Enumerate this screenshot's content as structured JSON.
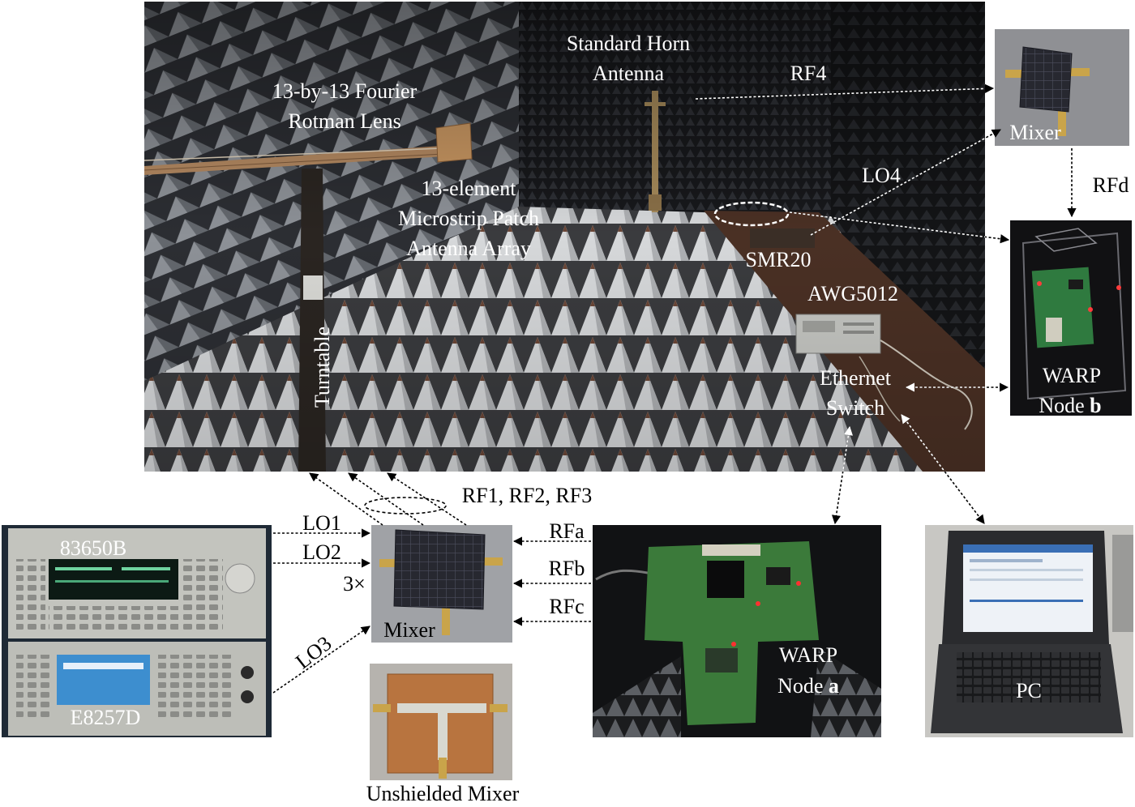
{
  "chamber": {
    "lens": [
      "13-by-13 Fourier",
      "Rotman Lens"
    ],
    "horn": [
      "Standard Horn",
      "Antenna"
    ],
    "rf4": "RF4",
    "array": [
      "13-element",
      "Microstrip Patch",
      "Antenna Array"
    ],
    "lo4": "LO4",
    "smr20": "SMR20",
    "awg": "AWG5012",
    "switch": [
      "Ethernet",
      "Switch"
    ],
    "turntable": "Turntable"
  },
  "mixer_top": {
    "label": "Mixer"
  },
  "rfd": "RFd",
  "warp_b": {
    "title": "WARP",
    "node": "Node ",
    "id": "b"
  },
  "generators": {
    "top": "83650B",
    "bottom": "E8257D"
  },
  "lo_labels": [
    "LO1",
    "LO2",
    "LO3"
  ],
  "rf_out": "RF1, RF2, RF3",
  "mixer_main": {
    "count": "3×",
    "label": "Mixer"
  },
  "rf_in": [
    "RFa",
    "RFb",
    "RFc"
  ],
  "unshielded_mixer": {
    "caption": "Unshielded Mixer"
  },
  "warp_a": {
    "title": "WARP",
    "node": "Node ",
    "id": "a"
  },
  "pc": {
    "label": "PC"
  },
  "colors": {
    "photo_label": "#ffffff",
    "page_label": "#000000",
    "arrow": "#000000"
  }
}
